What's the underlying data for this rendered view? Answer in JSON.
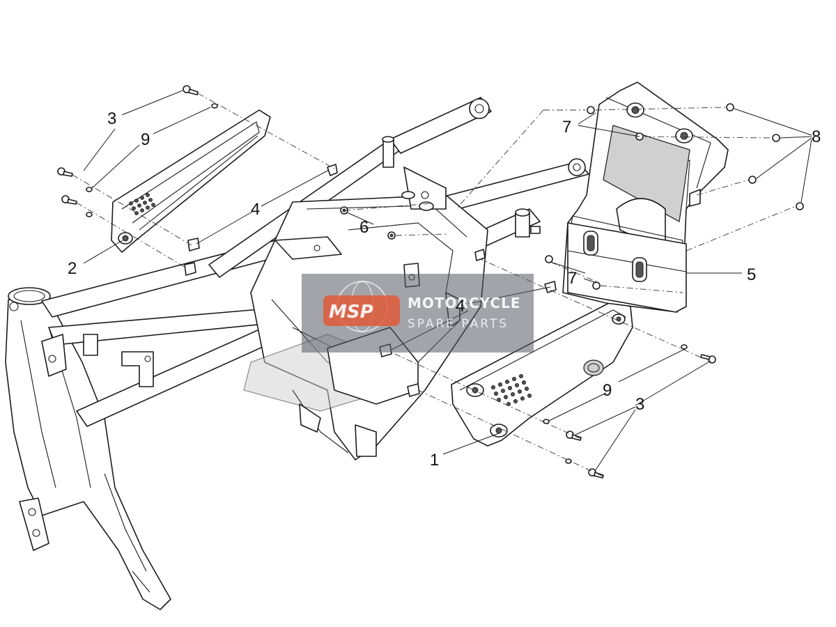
{
  "callouts": {
    "c1": "1",
    "c2": "2",
    "c3_top": "3",
    "c3_bottom": "3",
    "c4_top": "4",
    "c4_mid": "4",
    "c5": "5",
    "c6": "6",
    "c7_top": "7",
    "c7_mid": "7",
    "c8": "8",
    "c9_top": "9",
    "c9_bottom": "9"
  },
  "watermark": {
    "logo": "MSP",
    "line1": "MOTORCYCLE",
    "line2": "SPARE PARTS"
  }
}
